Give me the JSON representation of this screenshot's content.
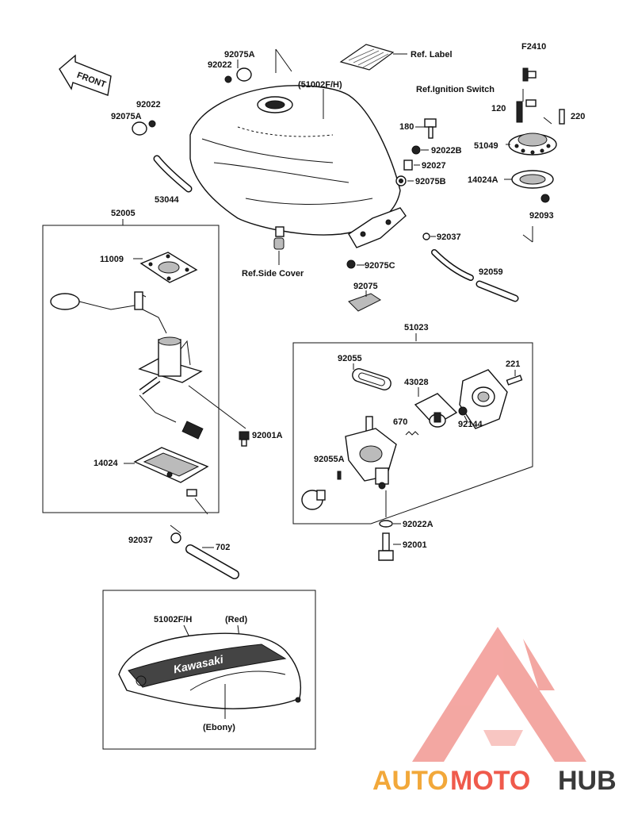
{
  "figure_code": "F2410",
  "front_arrow": "FRONT",
  "labels": {
    "p92075A_top": "92075A",
    "p92022_top": "92022",
    "p92022_left": "92022",
    "p92075A_left": "92075A",
    "p53044": "53044",
    "ref_label": "Ref. Label",
    "p51002FH": "(51002F/H)",
    "ref_ignition_switch": "Ref.Ignition Switch",
    "p120": "120",
    "p220": "220",
    "p180": "180",
    "p92022B": "92022B",
    "p92027": "92027",
    "p92075B": "92075B",
    "p51049": "51049",
    "p14024A": "14024A",
    "p92093": "92093",
    "p92037_right": "92037",
    "p92059": "92059",
    "ref_side_cover": "Ref.Side Cover",
    "p92075C": "92075C",
    "p92075": "92075",
    "p52005": "52005",
    "p11009": "11009",
    "p92001A": "92001A",
    "p14024": "14024",
    "p92037_bottom": "92037",
    "p702": "702",
    "p51023": "51023",
    "p92055": "92055",
    "p43028": "43028",
    "p221": "221",
    "p670": "670",
    "p92144": "92144",
    "p92055A": "92055A",
    "p92022A": "92022A",
    "p92001": "92001",
    "inset_part": "51002F/H",
    "inset_red": "(Red)",
    "inset_ebony": "(Ebony)",
    "tank_brand": "Kawasaki"
  },
  "watermark": {
    "auto": "AUTO",
    "moto": "MOTO",
    "hub": "HUB",
    "colors": {
      "auto": "#f2a83a",
      "moto": "#ef5a4c",
      "hub": "#3a3a3a",
      "logo": "#f08a84"
    }
  }
}
